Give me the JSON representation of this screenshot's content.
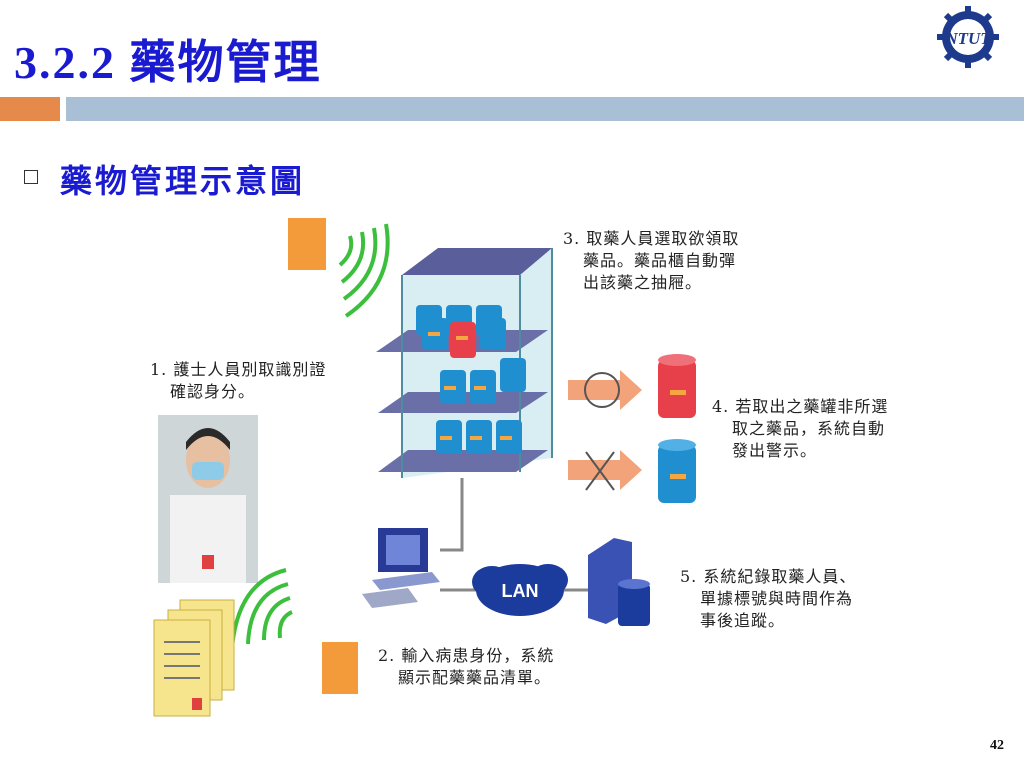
{
  "slide": {
    "title": "3.2.2 藥物管理",
    "bullet": "藥物管理示意圖",
    "page_number": "42"
  },
  "logo": {
    "text": "NTUT"
  },
  "diagram": {
    "step1": [
      "1. 護士人員別取識別證",
      "確認身分。"
    ],
    "step2": [
      "2. 輸入病患身份，系統",
      "顯示配藥藥品清單。"
    ],
    "step3": [
      "3. 取藥人員選取欲領取",
      "藥品。藥品櫃自動彈",
      "出該藥之抽屜。"
    ],
    "step4": [
      "4. 若取出之藥罐非所選",
      "取之藥品，系統自動",
      "發出警示。"
    ],
    "step5": [
      "5. 系統紀錄取藥人員、",
      "單據標號與時間作為",
      "事後追蹤。"
    ],
    "lan_label": "LAN"
  },
  "colors": {
    "title": "#1a1ad0",
    "accent_orange": "#e58a4b",
    "accent_blue": "#a8bfd6",
    "cabinet": "#5a5f9c",
    "can_blue": "#1f8fd0",
    "can_red": "#e8404a",
    "arrow": "#f2a37a",
    "wave": "#3cbf3c"
  }
}
